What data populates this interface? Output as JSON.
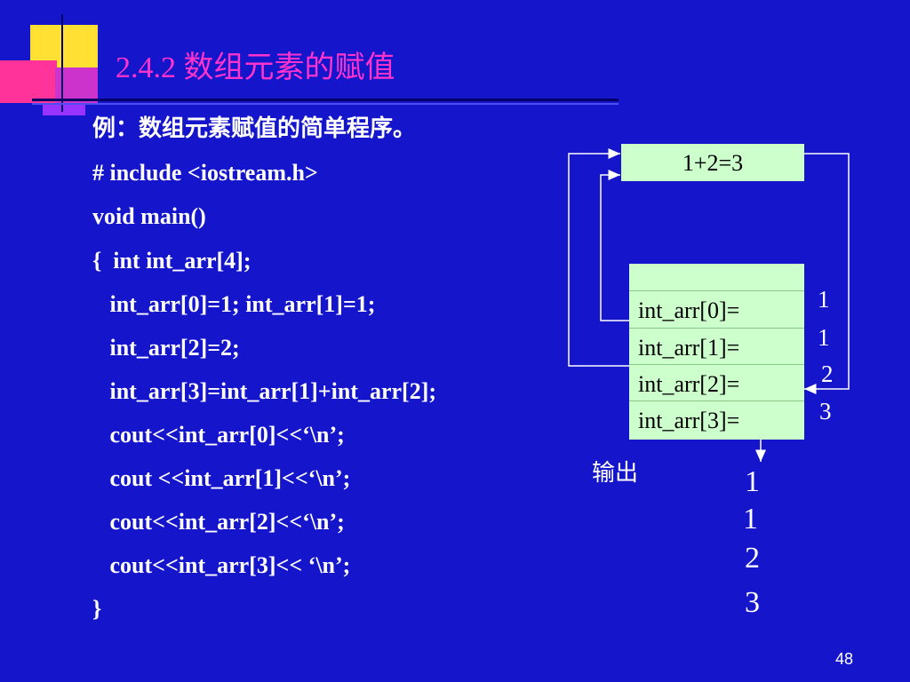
{
  "title": "2.4.2  数组元素的赋值",
  "intro": "例：数组元素赋值的简单程序。",
  "code": [
    "# include <iostream.h>",
    "void main()",
    "{  int int_arr[4];",
    "   int_arr[0]=1; int_arr[1]=1;",
    "   int_arr[2]=2;",
    "   int_arr[3]=int_arr[1]+int_arr[2];",
    "   cout<<int_arr[0]<<‘\\n’;",
    "   cout <<int_arr[1]<<‘\\n’;",
    "   cout<<int_arr[2]<<‘\\n’;",
    "   cout<<int_arr[3]<< ‘\\n’;",
    "}"
  ],
  "diagram": {
    "sum_box": "1+2=3",
    "array_labels": [
      "int_arr[0]=",
      "int_arr[1]=",
      "int_arr[2]=",
      "int_arr[3]="
    ],
    "array_values": [
      "1",
      "1",
      "2",
      "3"
    ],
    "output_label": "输出",
    "output_values": [
      "1",
      "1",
      "2",
      "3"
    ]
  },
  "page_number": "48",
  "colors": {
    "background": "#1515CC",
    "title": "#FF33CC",
    "box_fill": "#CCFFCC"
  }
}
